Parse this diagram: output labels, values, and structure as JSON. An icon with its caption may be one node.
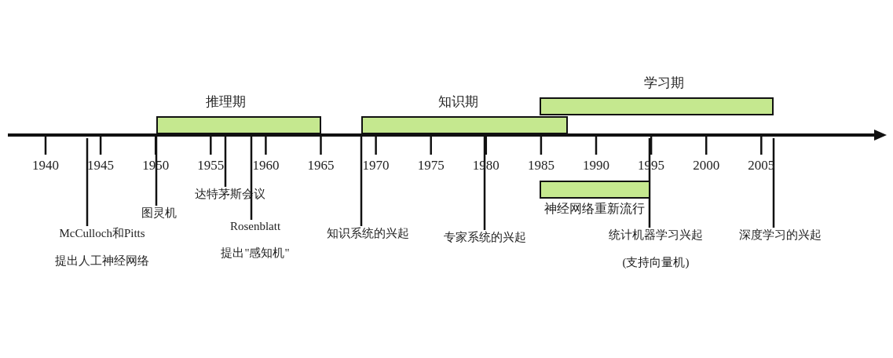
{
  "diagram": {
    "nodes": [
      {
        "text": [
          "推理期"
        ]
      },
      {
        "text": [
          "知识期"
        ]
      },
      {
        "text": [
          "学习期"
        ]
      },
      {
        "text": [
          "神经网络重新流行"
        ]
      },
      {
        "text": [
          "McCulloch和Pitts",
          "提出人工神经网络"
        ]
      },
      {
        "text": [
          "图灵机"
        ]
      },
      {
        "text": [
          "达特茅斯会议"
        ]
      },
      {
        "text": [
          "Rosenblatt",
          "提出\"感知机\""
        ]
      },
      {
        "text": [
          "知识系统的兴起"
        ]
      },
      {
        "text": [
          "专家系统的兴起"
        ]
      },
      {
        "text": [
          "统计机器学习兴起",
          "(支持向量机)"
        ]
      },
      {
        "text": [
          "深度学习的兴起"
        ]
      }
    ],
    "edges": [
      {
        "from": 4,
        "to": null,
        "arrow": "none"
      },
      {
        "from": 5,
        "to": 0,
        "arrow": "none"
      },
      {
        "from": 6,
        "to": 0,
        "arrow": "none"
      },
      {
        "from": 7,
        "to": 0,
        "arrow": "none"
      },
      {
        "from": 8,
        "to": 1,
        "arrow": "none"
      },
      {
        "from": 9,
        "to": 1,
        "arrow": "none"
      },
      {
        "from": 10,
        "to": null,
        "arrow": "none"
      },
      {
        "from": 11,
        "to": null,
        "arrow": "none"
      }
    ],
    "labels": [
      "1940",
      "1945",
      "1950",
      "1955",
      "1960",
      "1965",
      "1970",
      "1975",
      "1980",
      "1985",
      "1990",
      "1995",
      "2000",
      "2005"
    ]
  }
}
